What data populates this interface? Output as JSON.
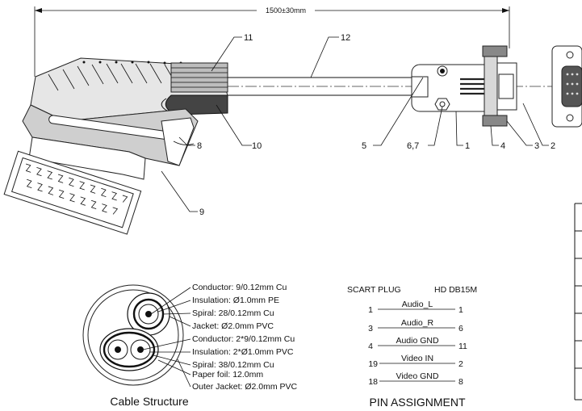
{
  "drawing": {
    "length_label": "1500±30mm",
    "callouts": [
      "1",
      "2",
      "3",
      "4",
      "5",
      "6,7",
      "8",
      "9",
      "10",
      "11",
      "12"
    ]
  },
  "cable_structure": {
    "title": "Cable Structure",
    "layers": [
      "Conductor: 9/0.12mm Cu",
      "Insulation: Ø1.0mm PE",
      "Spiral: 28/0.12mm Cu",
      "Jacket: Ø2.0mm PVC",
      "Conductor: 2*9/0.12mm Cu",
      "Insulation: 2*Ø1.0mm PVC",
      "Spiral: 38/0.12mm Cu",
      "Paper foil: 12.0mm",
      "Outer Jacket: Ø2.0mm PVC"
    ]
  },
  "pin_assignment": {
    "title": "PIN ASSIGNMENT",
    "left_header": "SCART PLUG",
    "right_header": "HD DB15M",
    "rows": [
      {
        "left": "1",
        "signal": "Audio_L",
        "right": "1"
      },
      {
        "left": "3",
        "signal": "Audio_R",
        "right": "6"
      },
      {
        "left": "4",
        "signal": "Audio GND",
        "right": "11"
      },
      {
        "left": "19",
        "signal": "Video IN",
        "right": "2"
      },
      {
        "left": "18",
        "signal": "Video GND",
        "right": "8"
      }
    ]
  }
}
